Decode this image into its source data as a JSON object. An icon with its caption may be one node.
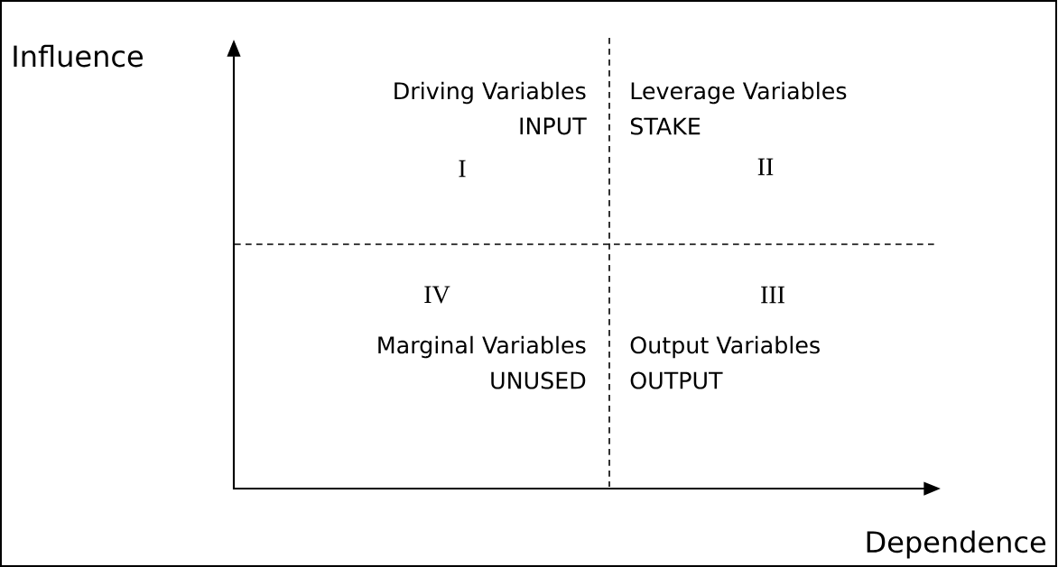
{
  "diagram": {
    "labels": [
      "Influence",
      "Driving Variables",
      "INPUT",
      "Leverage Variables",
      "STAKE",
      "I",
      "II",
      "IV",
      "III",
      "Marginal Variables",
      "UNUSED",
      "Output Variables",
      "OUTPUT",
      "Dependence"
    ]
  }
}
